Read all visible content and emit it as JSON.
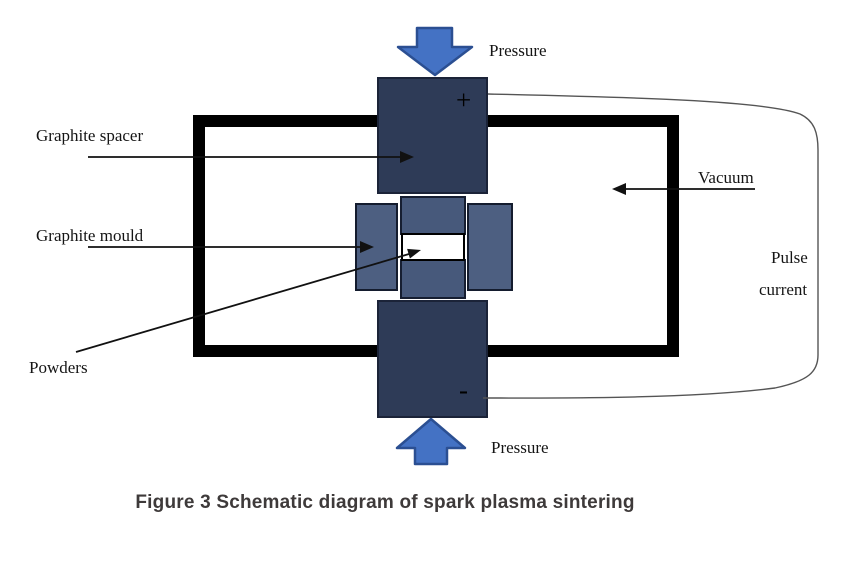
{
  "figure": {
    "caption": "Figure 3 Schematic diagram of spark plasma sintering",
    "labels": {
      "graphite_spacer": "Graphite spacer",
      "graphite_mould": "Graphite mould",
      "powders": "Powders",
      "pressure_top": "Pressure",
      "pressure_bottom": "Pressure",
      "vacuum": "Vacuum",
      "pulse_current_line1": "Pulse",
      "pulse_current_line2": "current",
      "positive_terminal": "+",
      "negative_terminal": "-"
    },
    "colors": {
      "electrode_block": "#2e3b57",
      "mould_block": "#4d5f81",
      "punch_block": "#47597b",
      "powder_cavity": "#ffffff",
      "pressure_arrow_fill": "#4472c4",
      "pressure_arrow_stroke": "#2b4f92",
      "chamber_wall": "#000000",
      "annotation_line": "#111111",
      "circuit_wire": "#555555",
      "label_text": "#151515",
      "caption_text": "#3e3a3a"
    }
  }
}
